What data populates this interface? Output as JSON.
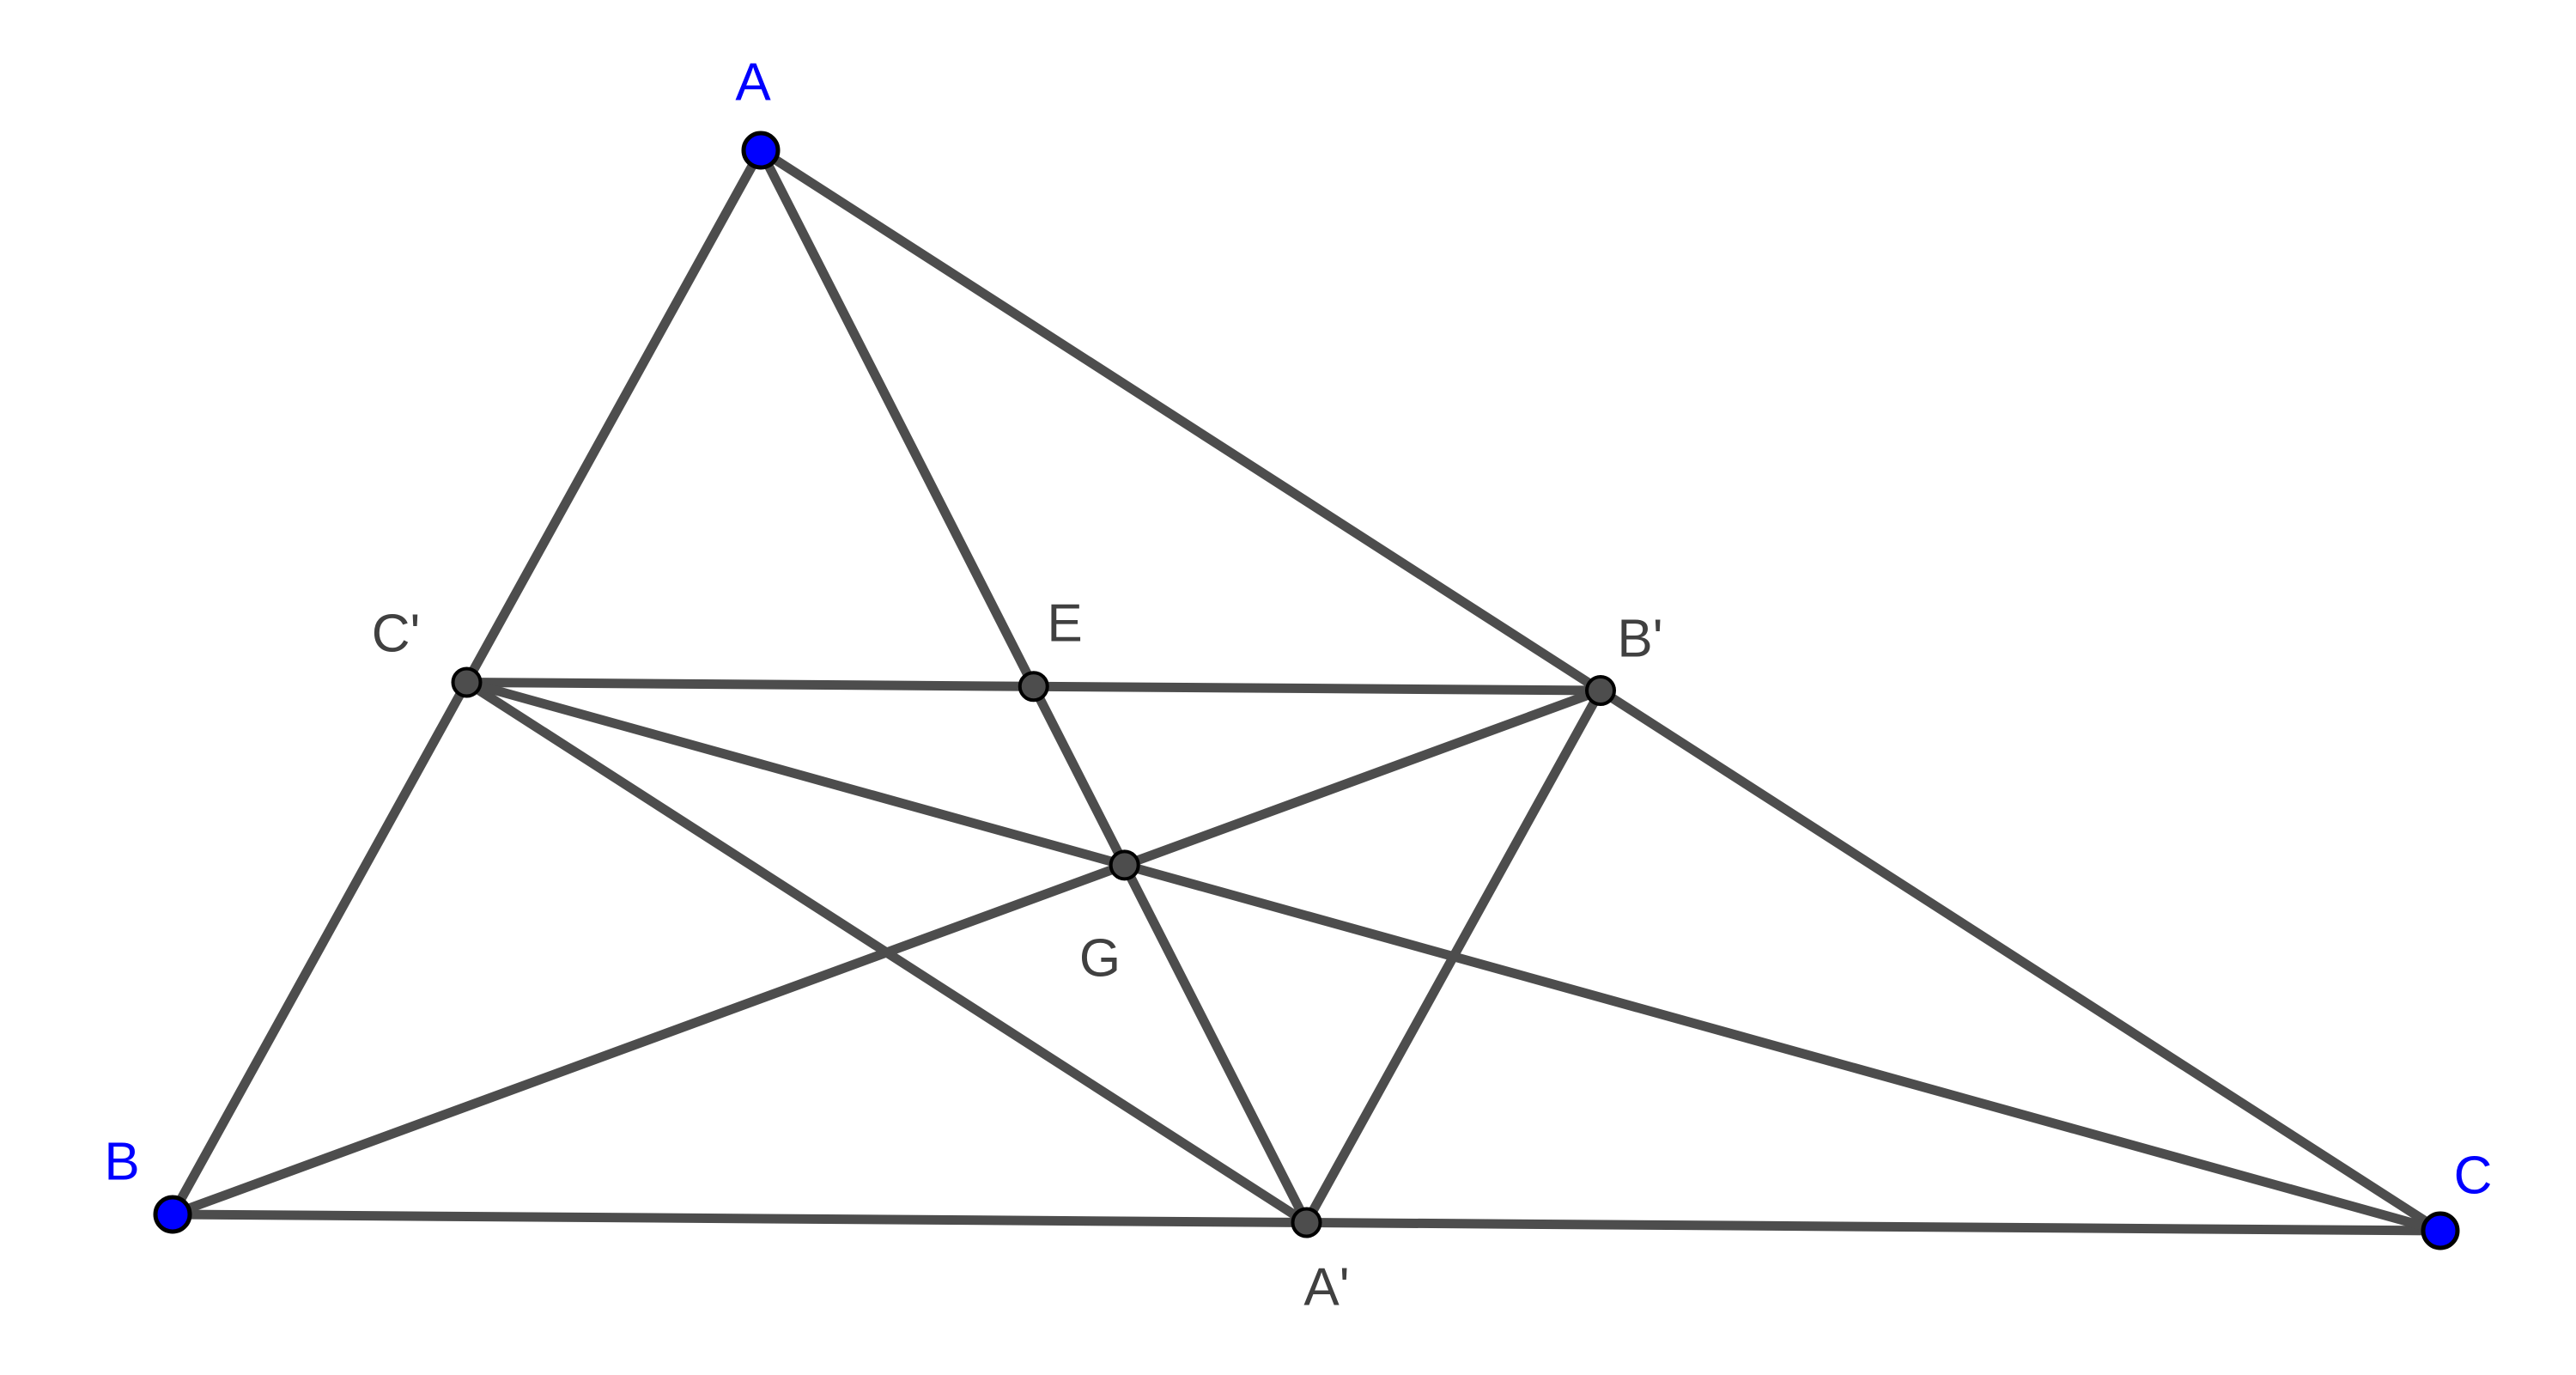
{
  "title": "Triangle ABC with medial triangle A'B'C', centroid G and point E",
  "colors": {
    "free_point": "#0000ff",
    "dependent_point": "#4d4d4d",
    "segment": "#4d4d4d",
    "free_label": "#0000ff",
    "dependent_label": "#404040"
  },
  "points": {
    "A": {
      "label": "A",
      "type": "free"
    },
    "B": {
      "label": "B",
      "type": "free"
    },
    "C": {
      "label": "C",
      "type": "free"
    },
    "A1": {
      "label": "A'",
      "type": "dependent"
    },
    "B1": {
      "label": "B'",
      "type": "dependent"
    },
    "C1": {
      "label": "C'",
      "type": "dependent"
    },
    "E": {
      "label": "E",
      "type": "dependent"
    },
    "G": {
      "label": "G",
      "type": "dependent"
    }
  },
  "segments": [
    [
      "A",
      "B"
    ],
    [
      "A",
      "C"
    ],
    [
      "B",
      "C"
    ],
    [
      "C1",
      "B1"
    ],
    [
      "A1",
      "B1"
    ],
    [
      "C1",
      "A1"
    ],
    [
      "A",
      "A1"
    ],
    [
      "B",
      "B1"
    ],
    [
      "C",
      "C1"
    ]
  ]
}
